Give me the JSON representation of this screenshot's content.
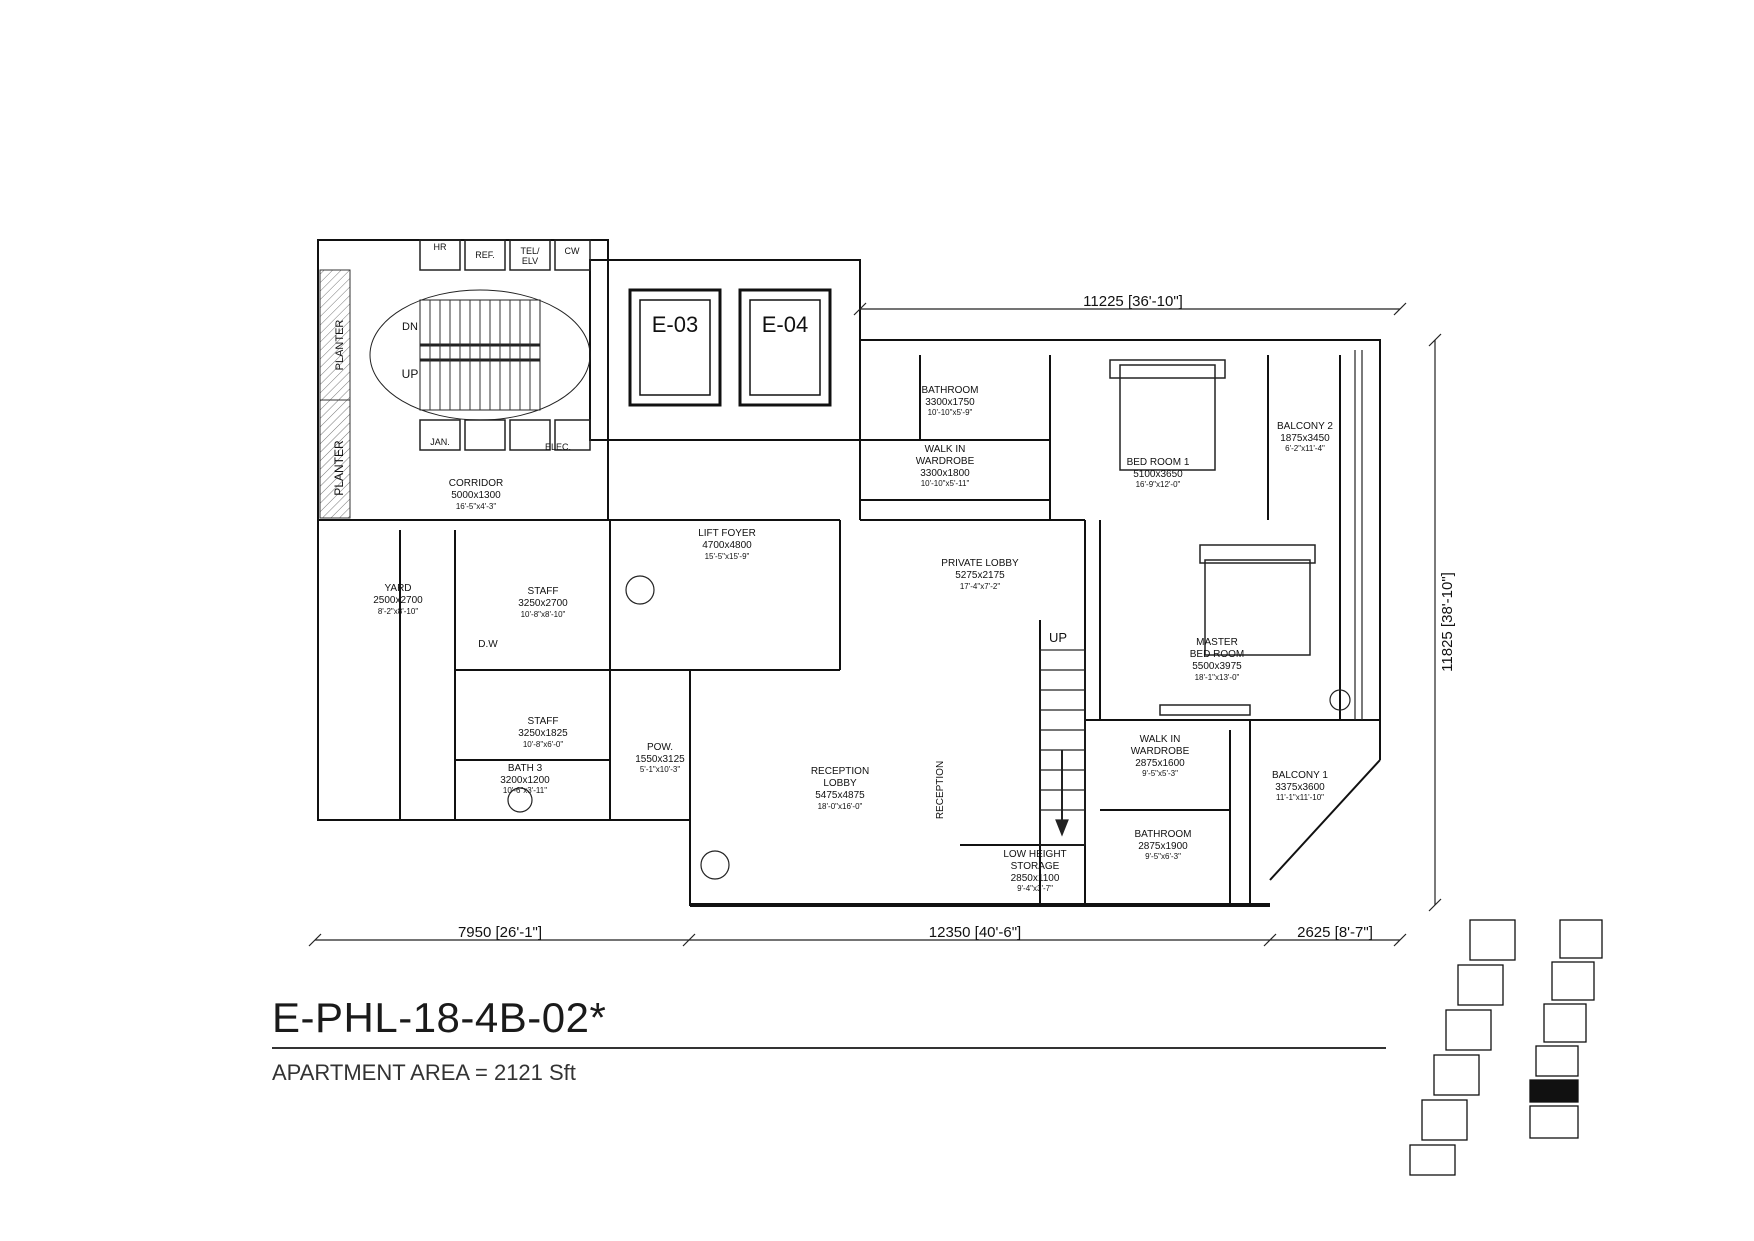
{
  "title": "E-PHL-18-4B-02*",
  "area": {
    "label": "APARTMENT AREA",
    "equals": "=",
    "value": "2121 Sft"
  },
  "dimensions": {
    "top": "11225 [36'-10\"]",
    "right": "11825 [38'-10\"]",
    "bottom_left": "7950 [26'-1\"]",
    "bottom_mid": "12350 [40'-6\"]",
    "bottom_right": "2625 [8'-7\"]"
  },
  "lifts": {
    "e03": "E-03",
    "e04": "E-04"
  },
  "service": {
    "hr": "HR",
    "ref": "REF.",
    "tel": "TEL/",
    "elv": "ELV",
    "cw": "CW",
    "jan": "JAN.",
    "elec": "ELEC.",
    "dn": "DN",
    "up": "UP"
  },
  "planters": [
    "PLANTER",
    "PLANTER"
  ],
  "rooms": {
    "corridor": [
      "CORRIDOR",
      "5000x1300",
      "16'-5\"x4'-3\""
    ],
    "yard": [
      "YARD",
      "2500x2700",
      "8'-2\"x8'-10\""
    ],
    "staff1": [
      "STAFF",
      "3250x2700",
      "10'-8\"x8'-10\""
    ],
    "dw": "D.W",
    "staff2": [
      "STAFF",
      "3250x1825",
      "10'-8\"x6'-0\""
    ],
    "bath3": [
      "BATH 3",
      "3200x1200",
      "10'-6\"x3'-11\""
    ],
    "pow": [
      "POW.",
      "1550x3125",
      "5'-1\"x10'-3\""
    ],
    "lift_foyer": [
      "LIFT FOYER",
      "4700x4800",
      "15'-5\"x15'-9\""
    ],
    "reception_lobby": [
      "RECEPTION",
      "LOBBY",
      "5475x4875",
      "18'-0\"x16'-0\""
    ],
    "private_lobby": [
      "PRIVATE LOBBY",
      "5275x2175",
      "17'-4\"x7'-2\""
    ],
    "reception": "RECEPTION",
    "stair_up": "UP",
    "low_height_storage": [
      "LOW HEIGHT",
      "STORAGE",
      "2850x1100",
      "9'-4\"x3'-7\""
    ],
    "bathroom1": [
      "BATHROOM",
      "3300x1750",
      "10'-10\"x5'-9\""
    ],
    "wardrobe1": [
      "WALK IN",
      "WARDROBE",
      "3300x1800",
      "10'-10\"x5'-11\""
    ],
    "bedroom1": [
      "BED ROOM 1",
      "5100x3650",
      "16'-9\"x12'-0\""
    ],
    "balcony2": [
      "BALCONY 2",
      "1875x3450",
      "6'-2\"x11'-4\""
    ],
    "master": [
      "MASTER",
      "BED ROOM",
      "5500x3975",
      "18'-1\"x13'-0\""
    ],
    "wardrobe2": [
      "WALK IN",
      "WARDROBE",
      "2875x1600",
      "9'-5\"x5'-3\""
    ],
    "bathroom2": [
      "BATHROOM",
      "2875x1900",
      "9'-5\"x6'-3\""
    ],
    "balcony1": [
      "BALCONY 1",
      "3375x3600",
      "11'-1\"x11'-10\""
    ]
  }
}
